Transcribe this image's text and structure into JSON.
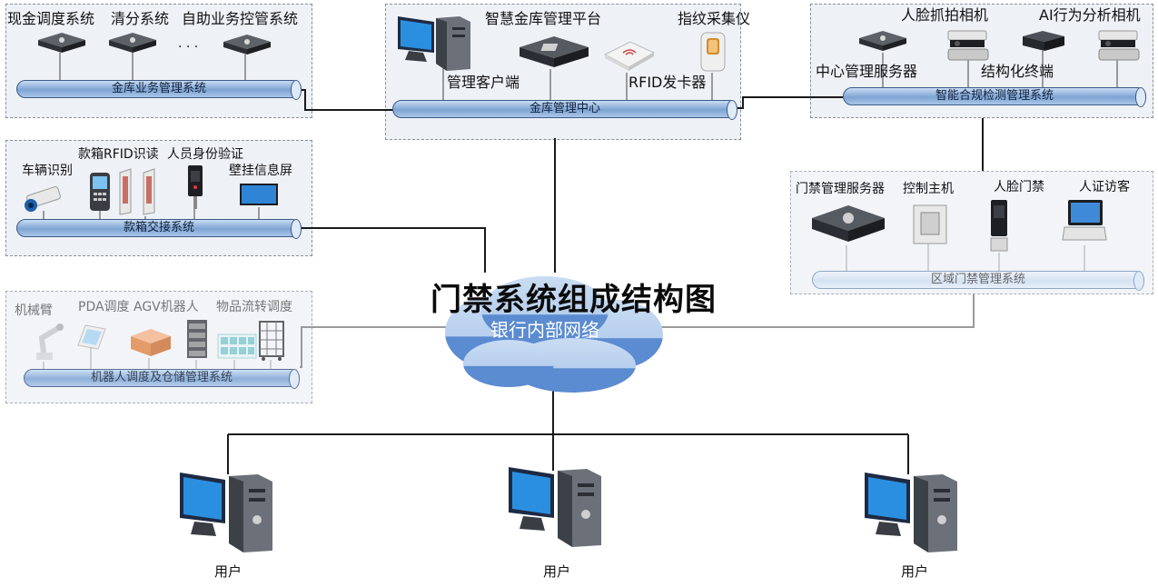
{
  "title": "门禁系统组成结构图",
  "network": "银行内部网络",
  "vault_business": {
    "labels": [
      "现金调度系统",
      "清分系统",
      "自助业务控管系统"
    ],
    "ellipsis": "· · ·",
    "bus": "金库业务管理系统"
  },
  "vault_center": {
    "labels": {
      "platform": "智慧金库管理平台",
      "fingerprint": "指纹采集仪",
      "client": "管理客户端",
      "rfid_issuer": "RFID发卡器"
    },
    "bus": "金库管理中心"
  },
  "compliance": {
    "labels": {
      "face_camera": "人脸抓拍相机",
      "ai_camera": "AI行为分析相机",
      "server": "中心管理服务器",
      "terminal": "结构化终端"
    },
    "bus": "智能合规检测管理系统"
  },
  "cashbox": {
    "labels": {
      "vehicle": "车辆识别",
      "rfid_read": "款箱RFID识读",
      "id_verify": "人员身份验证",
      "screen": "壁挂信息屏"
    },
    "bus": "款箱交接系统"
  },
  "access_area": {
    "labels": {
      "server": "门禁管理服务器",
      "controller": "控制主机",
      "face_gate": "人脸门禁",
      "visitor": "人证访客"
    },
    "bus": "区域门禁管理系统"
  },
  "robot": {
    "labels": {
      "arm": "机械臂",
      "pda_agv": "PDA调度 AGV机器人",
      "logistics": "物品流转调度"
    },
    "bus": "机器人调度及仓储管理系统"
  },
  "users": [
    "用户",
    "用户",
    "用户"
  ],
  "colors": {
    "bus_blue": "#7ea4d2",
    "cloud_light": "#c9dcf2",
    "cloud_dark": "#5b8bd0",
    "panel_bg": "#eef1f6"
  }
}
